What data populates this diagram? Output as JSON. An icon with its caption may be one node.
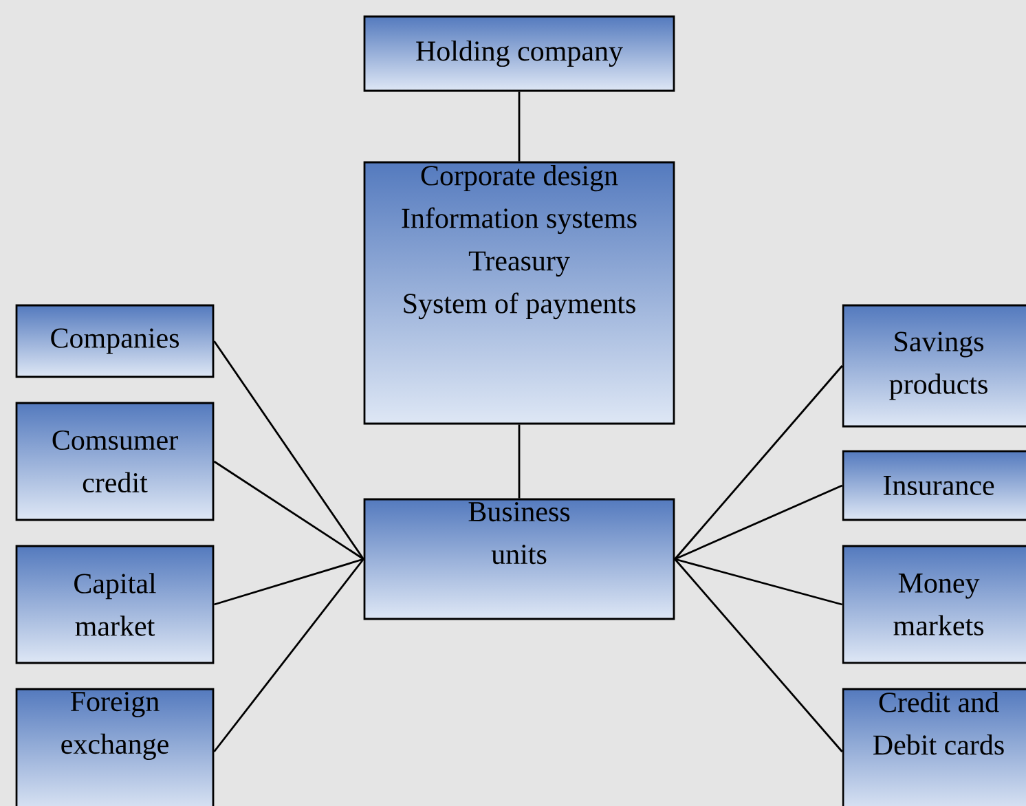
{
  "diagram": {
    "nodes": [
      {
        "text": [
          "Holding company"
        ]
      },
      {
        "text": [
          "Corporate design",
          "Information systems",
          "Treasury",
          "System of payments"
        ]
      },
      {
        "text": [
          "Business units"
        ]
      },
      {
        "text": [
          "Companies"
        ]
      },
      {
        "text": [
          "Comsumer credit"
        ]
      },
      {
        "text": [
          "Capital market"
        ]
      },
      {
        "text": [
          "Foreign exchange"
        ]
      },
      {
        "text": [
          "Savings products"
        ]
      },
      {
        "text": [
          "Insurance"
        ]
      },
      {
        "text": [
          "Money markets"
        ]
      },
      {
        "text": [
          "Credit and Debit cards"
        ]
      }
    ],
    "edges": [
      {
        "from": 0,
        "to": 1,
        "arrow": "none"
      },
      {
        "from": 1,
        "to": 2,
        "arrow": "none"
      },
      {
        "from": 2,
        "to": 3,
        "arrow": "none"
      },
      {
        "from": 2,
        "to": 4,
        "arrow": "none"
      },
      {
        "from": 2,
        "to": 5,
        "arrow": "none"
      },
      {
        "from": 2,
        "to": 6,
        "arrow": "none"
      },
      {
        "from": 2,
        "to": 7,
        "arrow": "none"
      },
      {
        "from": 2,
        "to": 8,
        "arrow": "none"
      },
      {
        "from": 2,
        "to": 9,
        "arrow": "none"
      },
      {
        "from": 2,
        "to": 10,
        "arrow": "none"
      }
    ]
  }
}
